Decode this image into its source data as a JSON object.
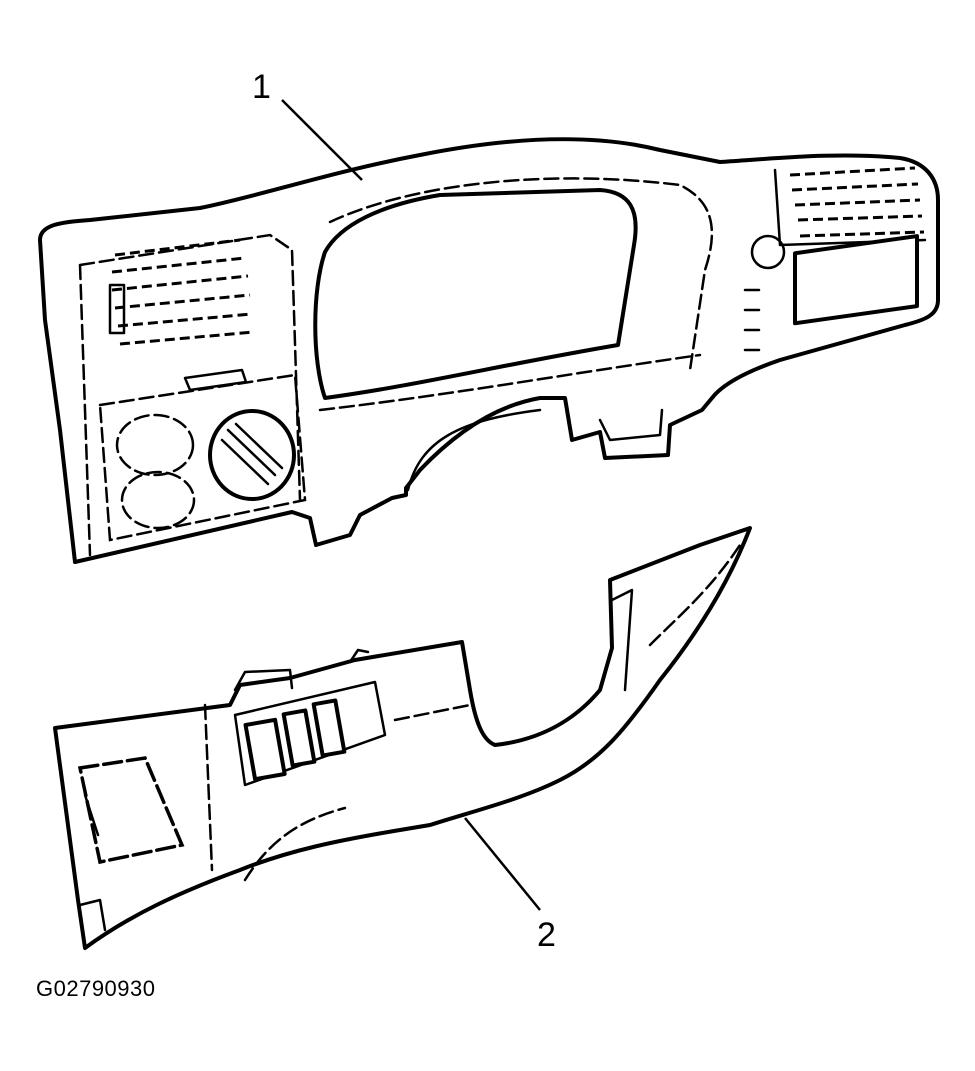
{
  "callouts": [
    {
      "id": "1",
      "label": "1"
    },
    {
      "id": "2",
      "label": "2"
    }
  ],
  "figure_id": "G02790930",
  "colors": {
    "ink": "#000000",
    "paper": "#ffffff"
  }
}
